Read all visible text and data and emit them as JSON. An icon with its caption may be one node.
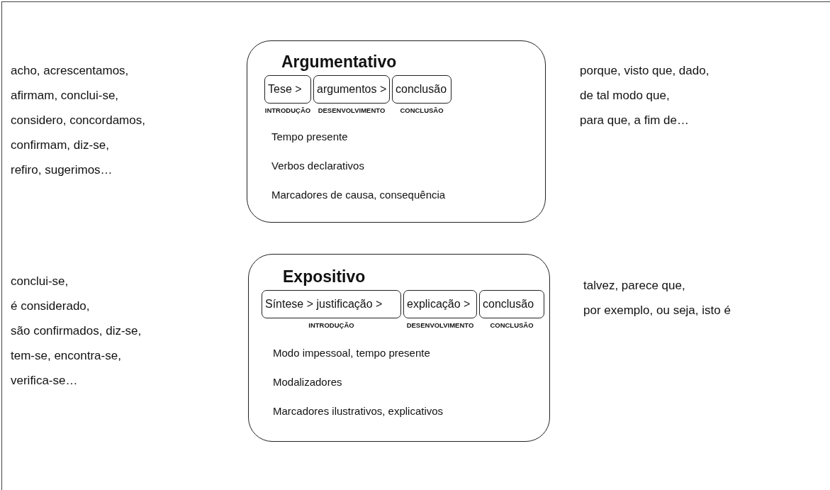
{
  "diagram": {
    "nodes": [
      {
        "text": [
          "Argumentativo",
          "Tempo presente",
          "Verbos declarativos",
          "Marcadores de causa, consequência"
        ]
      },
      {
        "text": [
          "Tese >"
        ],
        "in": 0,
        "beside": [
          "INTRODUÇÃO"
        ]
      },
      {
        "text": [
          "argumentos >"
        ],
        "in": 0,
        "beside": [
          "DESENVOLVIMENTO"
        ]
      },
      {
        "text": [
          "conclusão"
        ],
        "in": 0,
        "beside": [
          "CONCLUSÃO"
        ]
      },
      {
        "text": [
          "Expositivo",
          "Modo impessoal, tempo presente",
          "Modalizadores",
          "Marcadores ilustrativos, explicativos"
        ]
      },
      {
        "text": [
          "Síntese > justificação >"
        ],
        "in": 4,
        "beside": [
          "INTRODUÇÃO"
        ]
      },
      {
        "text": [
          "explicação >"
        ],
        "in": 4,
        "beside": [
          "DESENVOLVIMENTO"
        ]
      },
      {
        "text": [
          "conclusão"
        ],
        "in": 4,
        "beside": [
          "CONCLUSÃO"
        ]
      }
    ],
    "labels": [
      "acho, acrescentamos,",
      "afirmam, conclui-se,",
      "considero, concordamos,",
      "confirmam, diz-se,",
      "refiro, sugerimos…",
      "porque, visto que, dado,",
      "de tal modo que,",
      "para que, a fim de…",
      "conclui-se,",
      "é considerado,",
      "são confirmados, diz-se,",
      "tem-se, encontra-se,",
      "verifica-se…",
      "talvez, parece que,",
      "por exemplo, ou seja, isto é"
    ]
  }
}
